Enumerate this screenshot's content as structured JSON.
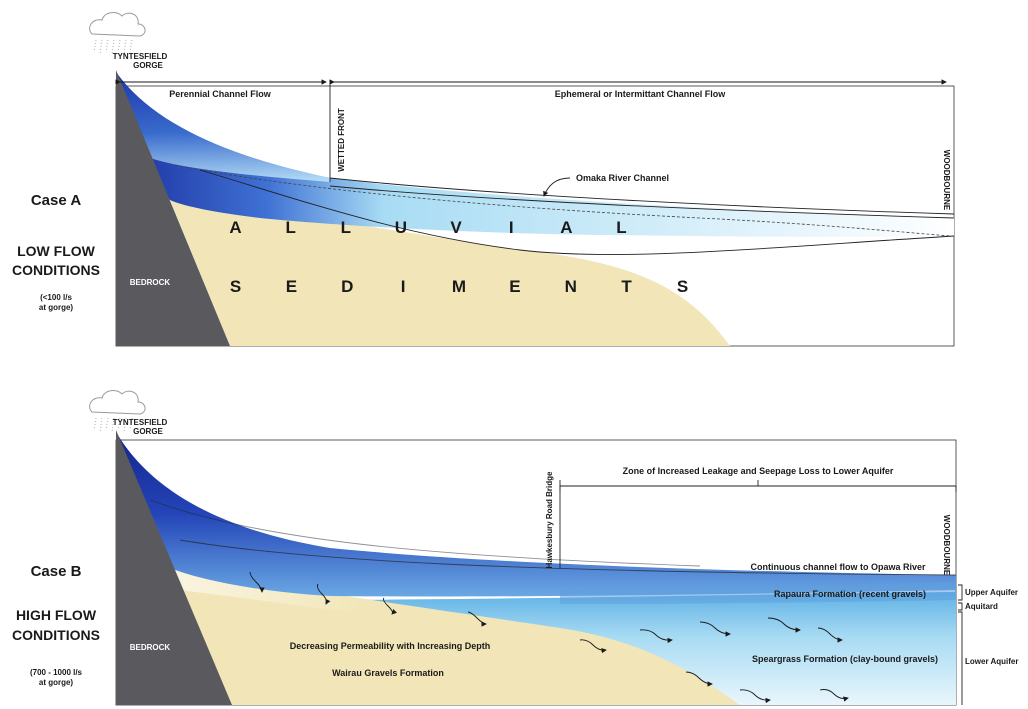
{
  "panel_a": {
    "gorge_label_1": "TYNTESFIELD",
    "gorge_label_2": "GORGE",
    "perennial_label": "Perennial Channel Flow",
    "ephemeral_label": "Ephemeral or Intermittant Channel Flow",
    "wetted_front_label": "WETTED FRONT",
    "woodbourne_label": "WOODBOURNE",
    "channel_label": "Omaka River Channel",
    "case_label": "Case A",
    "condition_line1": "LOW FLOW",
    "condition_line2": "CONDITIONS",
    "flow_note_1": "(<100 l/s",
    "flow_note_2": "at gorge)",
    "bedrock_label": "BEDROCK",
    "word1_letters": [
      "A",
      "L",
      "L",
      "U",
      "V",
      "I",
      "A",
      "L"
    ],
    "word2_letters": [
      "S",
      "E",
      "D",
      "I",
      "M",
      "E",
      "N",
      "T",
      "S"
    ]
  },
  "panel_b": {
    "gorge_label_1": "TYNTESFIELD",
    "gorge_label_2": "GORGE",
    "bridge_label": "Hawkesbury Road Bridge",
    "zone_label": "Zone of Increased Leakage and Seepage Loss to Lower Aquifer",
    "woodbourne_label": "WOODBOURNE",
    "continuous_label": "Continuous channel flow to Opawa River",
    "rapaura_label": "Rapaura Formation (recent gravels)",
    "upper_aquifer_label": "Upper Aquifer",
    "aquitard_label": "Aquitard",
    "lower_aquifer_label": "Lower Aquifer",
    "case_label": "Case B",
    "condition_line1": "HIGH FLOW",
    "condition_line2": "CONDITIONS",
    "flow_note_1": "(700 - 1000 l/s",
    "flow_note_2": "at gorge)",
    "bedrock_label": "BEDROCK",
    "permeability_label": "Decreasing Permeability with Increasing Depth",
    "wairau_label": "Wairau Gravels Formation",
    "speargrass_label": "Speargrass Formation (clay-bound gravels)"
  },
  "colors": {
    "bedrock": "#5a5a5e",
    "sediment": "#f2e6b8",
    "water_dark": "#1b2f9e",
    "water_light": "#7fc8ee"
  }
}
